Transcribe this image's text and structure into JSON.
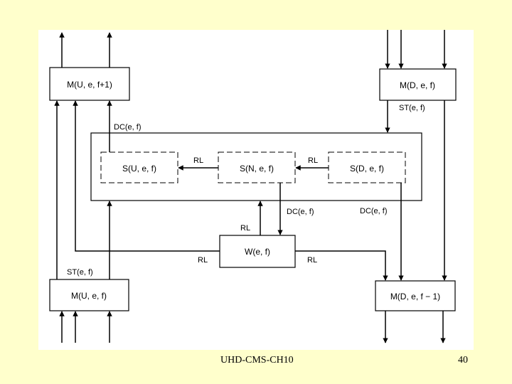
{
  "diagram": {
    "blocks": {
      "m_up_next": "M(U, e, f+1)",
      "m_down": "M(D, e, f)",
      "s_up": "S(U, e, f)",
      "s_neutral": "S(N, e, f)",
      "s_down": "S(D, e, f)",
      "w": "W(e, f)",
      "m_up": "M(U, e, f)",
      "m_down_prev": "M(D, e, f − 1)"
    },
    "labels": {
      "dc_top": "DC(e, f)",
      "st_down": "ST(e, f)",
      "rl_s_left": "RL",
      "rl_s_right": "RL",
      "dc_mid": "DC(e, f)",
      "dc_right": "DC(e, f)",
      "rl_w_top": "RL",
      "rl_w_left": "RL",
      "rl_w_right": "RL",
      "st_up": "ST(e, f)"
    }
  },
  "footer": {
    "label": "UHD-CMS-CH10",
    "page": "40"
  }
}
